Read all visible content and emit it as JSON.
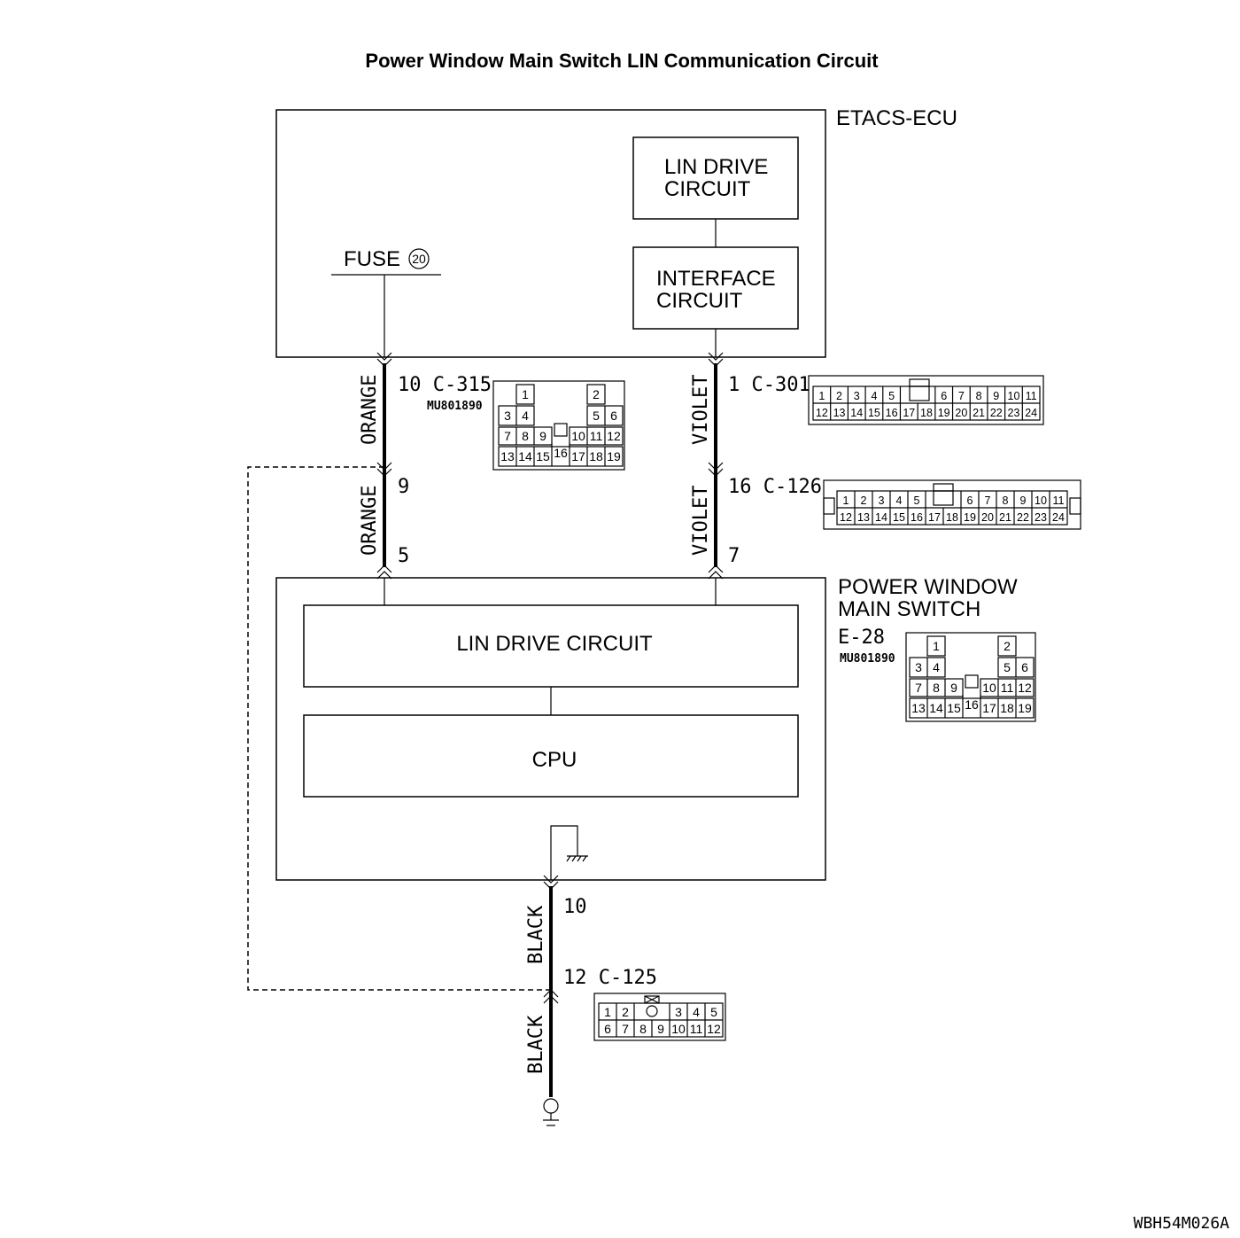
{
  "title": "Power Window Main Switch LIN Communication Circuit",
  "etacs": {
    "label": "ETACS-ECU",
    "lin_drive": [
      "LIN DRIVE",
      "CIRCUIT"
    ],
    "interface": [
      "INTERFACE",
      "CIRCUIT"
    ],
    "fuse_label": "FUSE",
    "fuse_number": "20"
  },
  "pw_switch": {
    "label": [
      "POWER WINDOW",
      "MAIN SWITCH"
    ],
    "lin_drive": "LIN DRIVE CIRCUIT",
    "cpu": "CPU"
  },
  "wires": {
    "orange_top": "ORANGE",
    "orange_bottom": "ORANGE",
    "violet_top": "VIOLET",
    "violet_bottom": "VIOLET",
    "black_top": "BLACK",
    "black_bottom": "BLACK"
  },
  "pins": {
    "c315": "10 C-315",
    "c315_part": "MU801890",
    "pin9": "9",
    "pin5": "5",
    "c301": "1 C-301",
    "c126": "16 C-126",
    "pin7": "7",
    "pin10": "10",
    "c125": "12 C-125"
  },
  "e28": {
    "label": "E-28",
    "part": "MU801890"
  },
  "connectors": {
    "c315": {
      "top": [
        "1",
        "2"
      ],
      "row2": [
        "3",
        "4",
        "5",
        "6"
      ],
      "row3": [
        "7",
        "8",
        "9",
        "10",
        "11",
        "12"
      ],
      "row4": [
        "13",
        "14",
        "15",
        "16",
        "17",
        "18",
        "19"
      ]
    },
    "e28": {
      "top": [
        "1",
        "2"
      ],
      "row2": [
        "3",
        "4",
        "5",
        "6"
      ],
      "row3": [
        "7",
        "8",
        "9",
        "10",
        "11",
        "12"
      ],
      "row4": [
        "13",
        "14",
        "15",
        "16",
        "17",
        "18",
        "19"
      ]
    },
    "c301": {
      "row1": [
        "1",
        "2",
        "3",
        "4",
        "5",
        "6",
        "7",
        "8",
        "9",
        "10",
        "11"
      ],
      "row2": [
        "12",
        "13",
        "14",
        "15",
        "16",
        "17",
        "18",
        "19",
        "20",
        "21",
        "22",
        "23",
        "24"
      ]
    },
    "c126": {
      "row1": [
        "1",
        "2",
        "3",
        "4",
        "5",
        "6",
        "7",
        "8",
        "9",
        "10",
        "11"
      ],
      "row2": [
        "12",
        "13",
        "14",
        "15",
        "16",
        "17",
        "18",
        "19",
        "20",
        "21",
        "22",
        "23",
        "24"
      ]
    },
    "c125": {
      "row1": [
        "1",
        "2",
        "3",
        "4",
        "5"
      ],
      "row2": [
        "6",
        "7",
        "8",
        "9",
        "10",
        "11",
        "12"
      ]
    }
  },
  "footer_code": "WBH54M026A"
}
